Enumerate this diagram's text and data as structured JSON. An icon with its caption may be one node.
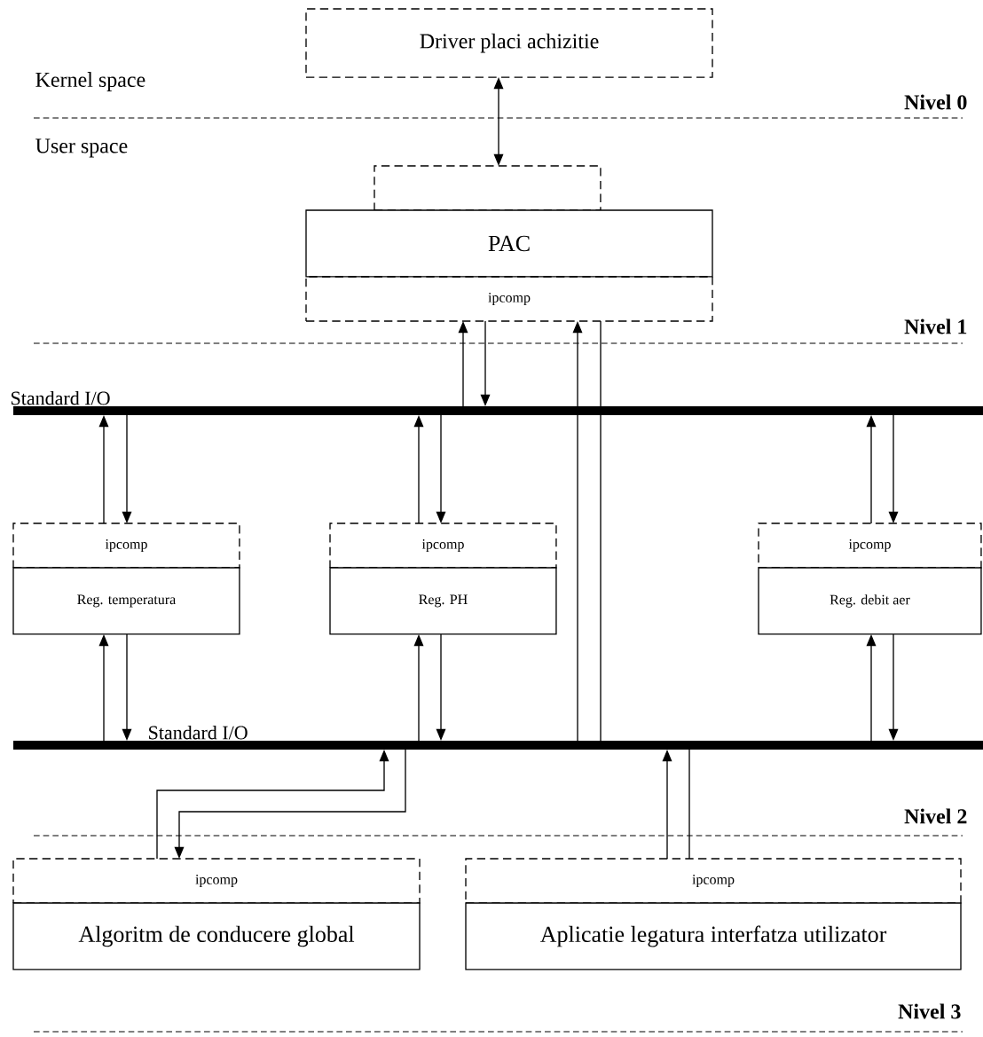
{
  "diagram": {
    "nodes": [
      {
        "text": [
          "Driver placi achizitie"
        ]
      },
      {
        "text": [],
        "shape": "box"
      },
      {
        "text": [
          "PAC"
        ]
      },
      {
        "text": [
          "ipcomp"
        ]
      },
      {
        "text": [
          "Standard I/O"
        ]
      },
      {
        "text": [
          "ipcomp"
        ]
      },
      {
        "text": [
          "Reg. temperatura"
        ]
      },
      {
        "text": [
          "ipcomp"
        ]
      },
      {
        "text": [
          "Reg. PH"
        ]
      },
      {
        "text": [
          "ipcomp"
        ]
      },
      {
        "text": [
          "Reg. debit aer"
        ]
      },
      {
        "text": [
          "Standard I/O"
        ]
      },
      {
        "text": [
          "ipcomp"
        ]
      },
      {
        "text": [
          "Algoritm de conducere global"
        ]
      },
      {
        "text": [
          "ipcomp"
        ]
      },
      {
        "text": [
          "Aplicatie legatura interfatza utilizator"
        ]
      }
    ],
    "edges": [
      {
        "from": 0,
        "to": 1,
        "arrow": "both"
      },
      {
        "from": 4,
        "to": 3,
        "arrow": "to"
      },
      {
        "from": 3,
        "to": 4,
        "arrow": "to"
      },
      {
        "from": 11,
        "to": 3,
        "arrow": "to"
      },
      {
        "from": 3,
        "to": 11,
        "arrow": "none"
      },
      {
        "from": 5,
        "to": 4,
        "arrow": "to"
      },
      {
        "from": 4,
        "to": 5,
        "arrow": "to"
      },
      {
        "from": 11,
        "to": 6,
        "arrow": "to"
      },
      {
        "from": 6,
        "to": 11,
        "arrow": "to"
      },
      {
        "from": 7,
        "to": 4,
        "arrow": "to"
      },
      {
        "from": 4,
        "to": 7,
        "arrow": "to"
      },
      {
        "from": 11,
        "to": 8,
        "arrow": "to"
      },
      {
        "from": 8,
        "to": 11,
        "arrow": "to"
      },
      {
        "from": 9,
        "to": 4,
        "arrow": "to"
      },
      {
        "from": 4,
        "to": 9,
        "arrow": "to"
      },
      {
        "from": 11,
        "to": 10,
        "arrow": "to"
      },
      {
        "from": 10,
        "to": 11,
        "arrow": "to"
      },
      {
        "from": 12,
        "to": 11,
        "arrow": "to"
      },
      {
        "from": 11,
        "to": 12,
        "arrow": "to"
      },
      {
        "from": 14,
        "to": 11,
        "arrow": "to"
      },
      {
        "from": 14,
        "to": 11,
        "arrow": "none"
      }
    ],
    "labels": [
      "Kernel space",
      "Nivel 0",
      "User space",
      "Nivel 1",
      "Nivel 2",
      "Nivel 3"
    ]
  }
}
